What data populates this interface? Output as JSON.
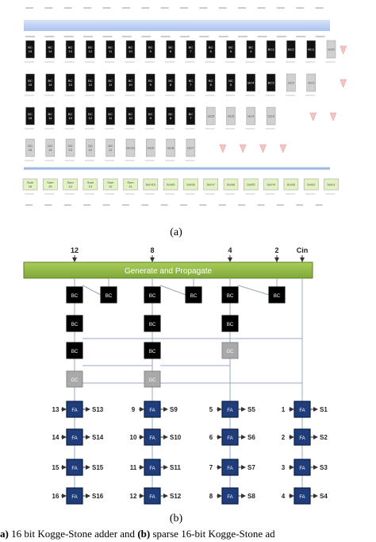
{
  "panel_a": {
    "label": "(a)",
    "rows": [
      {
        "kind": "bc",
        "cells": [
          "BC 15",
          "BC 14",
          "BC 13",
          "BC 12",
          "BC 11",
          "BC 10",
          "BC 9",
          "BC 8",
          "BC 7",
          "BC 6",
          "BC 5",
          "BC 4",
          "BC3",
          "BC2",
          "BC1",
          "GC0"
        ]
      },
      {
        "kind": "bc",
        "cells": [
          "BC 15",
          "BC 14",
          "BC 13",
          "BC 12",
          "BC 11",
          "BC 10",
          "BC 9",
          "BC 8",
          "BC 7",
          "BC 6",
          "BC 5",
          "BC4",
          "BC3",
          "GC2",
          "GC1"
        ]
      },
      {
        "kind": "bc",
        "cells": [
          "BC 15",
          "BC 14",
          "BC 13",
          "BC 12",
          "BC 11",
          "BC 10",
          "BC 9",
          "BC 8",
          "BC 7",
          "GC6",
          "GC5",
          "GC4",
          "GC3"
        ]
      },
      {
        "kind": "gc",
        "cells": [
          "GC 15",
          "GC 14",
          "GC 13",
          "GC 12",
          "GC 11",
          "GC10",
          "GC9",
          "GC8",
          "GC7"
        ]
      },
      {
        "kind": "sum",
        "cells": [
          "Sum 16",
          "Sum 15",
          "Sum 14",
          "Sum 13",
          "Sum 12",
          "Sum 11",
          "Sum10",
          "Sum9",
          "Sum8",
          "Sum7",
          "Sum6",
          "Sum5",
          "Sum4",
          "Sum3",
          "Sum2",
          "Sum1"
        ]
      }
    ]
  },
  "panel_b": {
    "label": "(b)",
    "top_inputs": [
      "12",
      "8",
      "4",
      "2",
      "Cin"
    ],
    "generate_label": "Generate and Propagate",
    "bc_label": "BC",
    "gc_label": "GC",
    "fa_label": "FA",
    "fa_columns": [
      {
        "inputs": [
          "13",
          "14",
          "15",
          "16"
        ],
        "outputs": [
          "S13",
          "S14",
          "S15",
          "S16"
        ]
      },
      {
        "inputs": [
          "9",
          "10",
          "11",
          "12"
        ],
        "outputs": [
          "S9",
          "S10",
          "S11",
          "S12"
        ]
      },
      {
        "inputs": [
          "5",
          "6",
          "7",
          "8"
        ],
        "outputs": [
          "S5",
          "S6",
          "S7",
          "S8"
        ]
      },
      {
        "inputs": [
          "1",
          "2",
          "3",
          "4"
        ],
        "outputs": [
          "S1",
          "S2",
          "S3",
          "S4"
        ]
      }
    ]
  },
  "caption": {
    "part1": "a)",
    "part2": " 16 bit Kogge-Stone adder and ",
    "part3": "(b)",
    "part4": " sparse 16-bit Kogge-Stone ad"
  }
}
